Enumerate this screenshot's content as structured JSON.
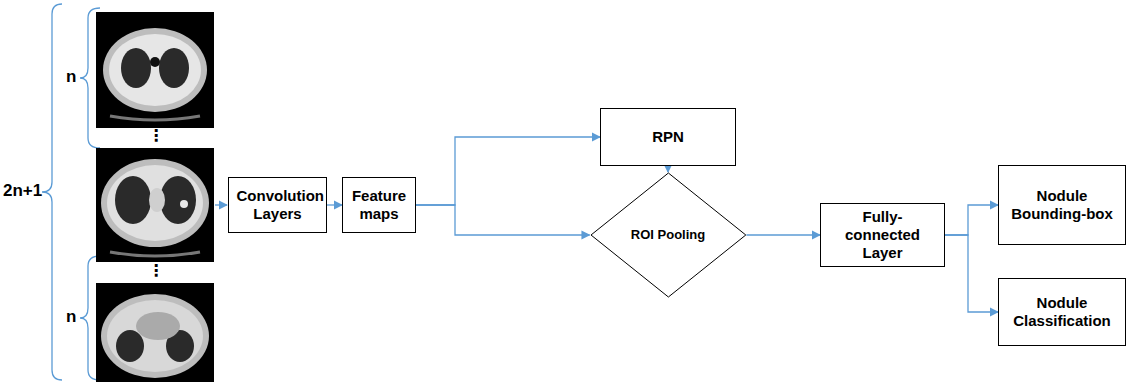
{
  "diagram": {
    "nodes": [
      {
        "text": [
          "Convolution Layers"
        ]
      },
      {
        "text": [
          "Feature maps"
        ]
      },
      {
        "text": [
          "RPN"
        ]
      },
      {
        "text": [
          "ROI Pooling"
        ]
      },
      {
        "text": [
          "Fully-connected Layer"
        ]
      },
      {
        "text": [
          "Nodule Bounding-box"
        ]
      },
      {
        "text": [
          "Nodule Classification"
        ]
      }
    ],
    "edges": [
      {
        "from": 0,
        "to": 1,
        "arrow": "to"
      },
      {
        "from": 1,
        "to": 2,
        "arrow": "to"
      },
      {
        "from": 1,
        "to": 3,
        "arrow": "to"
      },
      {
        "from": 2,
        "to": 3,
        "arrow": "to"
      },
      {
        "from": 3,
        "to": 4,
        "arrow": "to"
      },
      {
        "from": 4,
        "to": 5,
        "arrow": "to"
      },
      {
        "from": 4,
        "to": 6,
        "arrow": "to"
      }
    ],
    "labels": [
      "2n+1",
      "n",
      "⋮",
      "⋮",
      "n"
    ]
  }
}
